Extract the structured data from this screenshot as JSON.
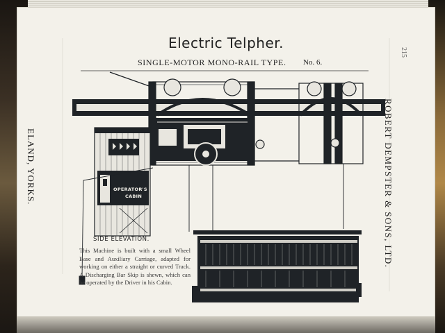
{
  "document": {
    "title": "Electric Telpher.",
    "subtitle": "SINGLE-MOTOR MONO-RAIL TYPE.",
    "number": "No. 6.",
    "page_number": "215",
    "left_margin_text": "ELAND, YORKS.",
    "right_margin_text": "ROBERT DEMPSTER & SONS, LTD.",
    "cabin_label_line1": "OPERATOR'S",
    "cabin_label_line2": "CABIN",
    "figure_caption": "SIDE ELEVATION.",
    "description": "This Machine is built with a small Wheel Base and Auxiliary Carriage, adapted for working on either a straight or curved Track. A Discharging Bar Skip is shewn, which can be operated by the Driver in his Cabin."
  },
  "colors": {
    "page": "#f3f1ea",
    "ink": "#222222",
    "drawing_dark": "#1f2327",
    "drawing_light": "#e8e6df"
  }
}
